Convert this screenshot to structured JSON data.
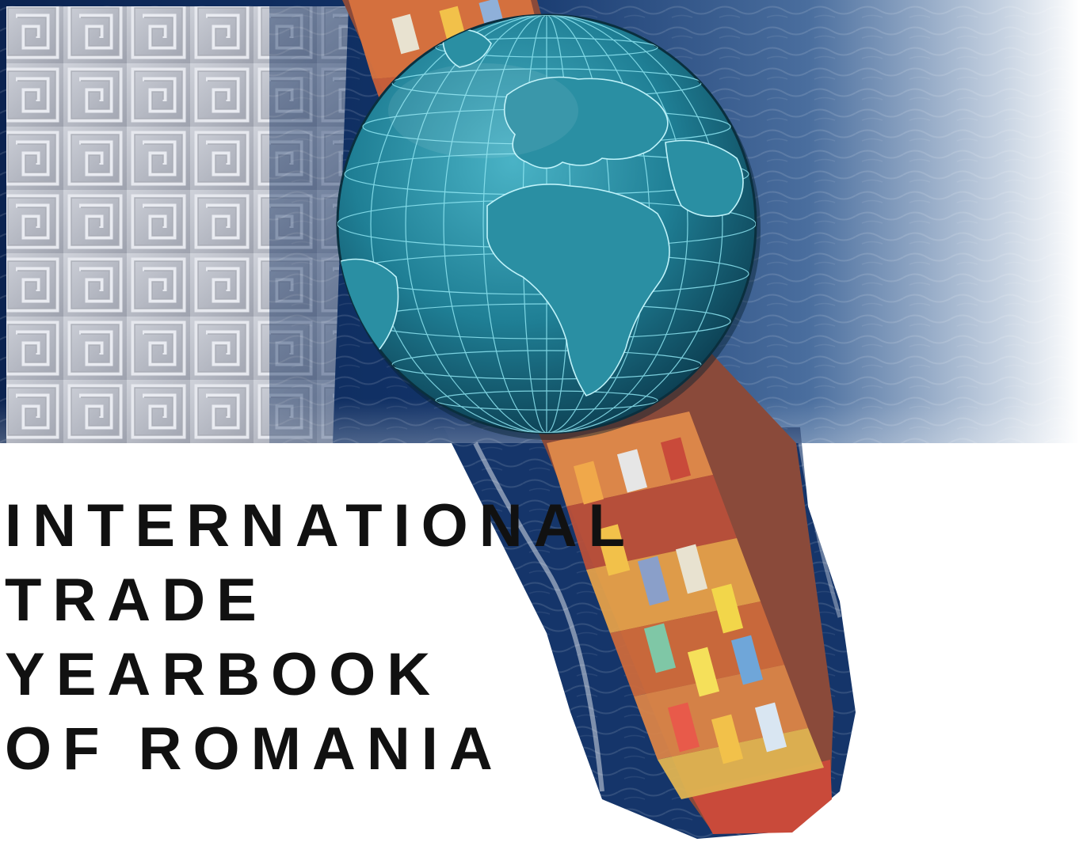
{
  "cover": {
    "title_lines": [
      "INTERNATIONAL",
      "TRADE",
      "YEARBOOK",
      "OF ROMANIA"
    ]
  },
  "colors": {
    "sea_deep": "#0e2a55",
    "sea_light": "#6f8fb8",
    "globe_teal": "#1f7f95",
    "globe_grid": "#8fe6f2",
    "pattern_silver": "#b9bcc6",
    "hull_red": "#c94a3a",
    "title_text": "#111111"
  },
  "icons": [
    "globe-icon",
    "container-ship-icon",
    "greek-key-pattern"
  ]
}
